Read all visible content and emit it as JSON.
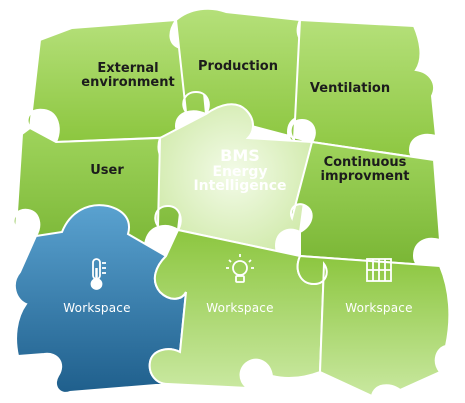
{
  "colors": {
    "green_light": "#a6d96a",
    "green_mid": "#8cc63f",
    "green_dark": "#6aa82b",
    "center": "#e2f3c9",
    "blue": "#3c86b8",
    "blue_dark": "#1f5f8c",
    "seam": "#ffffff"
  },
  "pieces": {
    "external_environment": {
      "line1": "External",
      "line2": "environment"
    },
    "production": {
      "label": "Production"
    },
    "ventilation": {
      "label": "Ventilation"
    },
    "user": {
      "label": "User"
    },
    "bms": {
      "line1": "BMS",
      "line2": "Energy",
      "line3": "Intelligence"
    },
    "continuous": {
      "line1": "Continuous",
      "line2": "improvment"
    },
    "workspace_blue": {
      "label": "Workspace",
      "icon": "thermometer-icon"
    },
    "workspace_center": {
      "label": "Workspace",
      "icon": "lightbulb-icon"
    },
    "workspace_right": {
      "label": "Workspace",
      "icon": "window-icon"
    }
  }
}
